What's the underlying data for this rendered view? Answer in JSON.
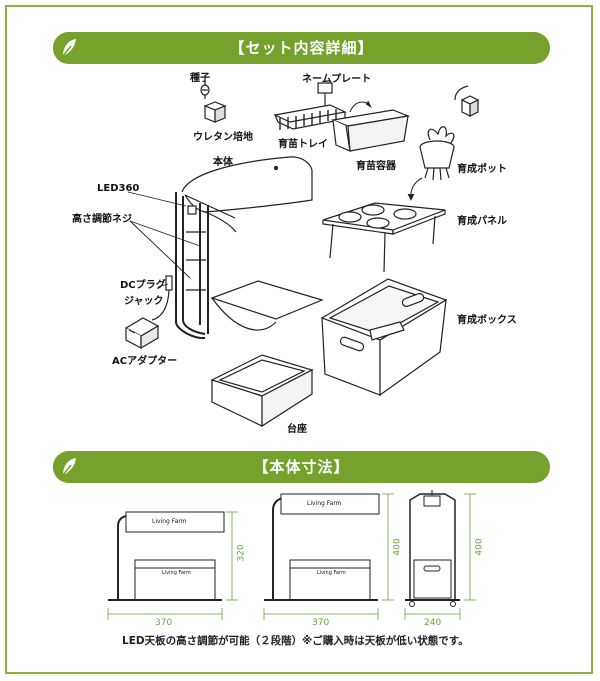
{
  "section1": {
    "title": "【セット内容詳細】"
  },
  "section2": {
    "title": "【本体寸法】"
  },
  "parts": {
    "seed": "種子",
    "urethane": "ウレタン培地",
    "name_plate": "ネームプレート",
    "seedling_tray": "育苗トレイ",
    "seedling_container": "育苗容器",
    "growing_pot": "育成ポット",
    "main_body": "本体",
    "led": "LED360",
    "height_screw": "高さ調節ネジ",
    "dc_plug": "DCプラグ",
    "jack": "ジャック",
    "ac_adapter": "ACアダプター",
    "growing_panel": "育成パネル",
    "growing_box": "育成ボックス",
    "base": "台座"
  },
  "dimensions": {
    "front_low": {
      "width": "370",
      "height": "320"
    },
    "front_high": {
      "width": "370",
      "height": "400"
    },
    "side": {
      "width": "240",
      "height": "400"
    },
    "brand": "Living Farm"
  },
  "notes": {
    "adjustable": "LED天板の高さ調節が可能（２段階）",
    "purchase_state": "※ご購入時は天板が低い状態です。"
  },
  "colors": {
    "accent": "#76a12c",
    "dimension": "#6aa53d"
  }
}
